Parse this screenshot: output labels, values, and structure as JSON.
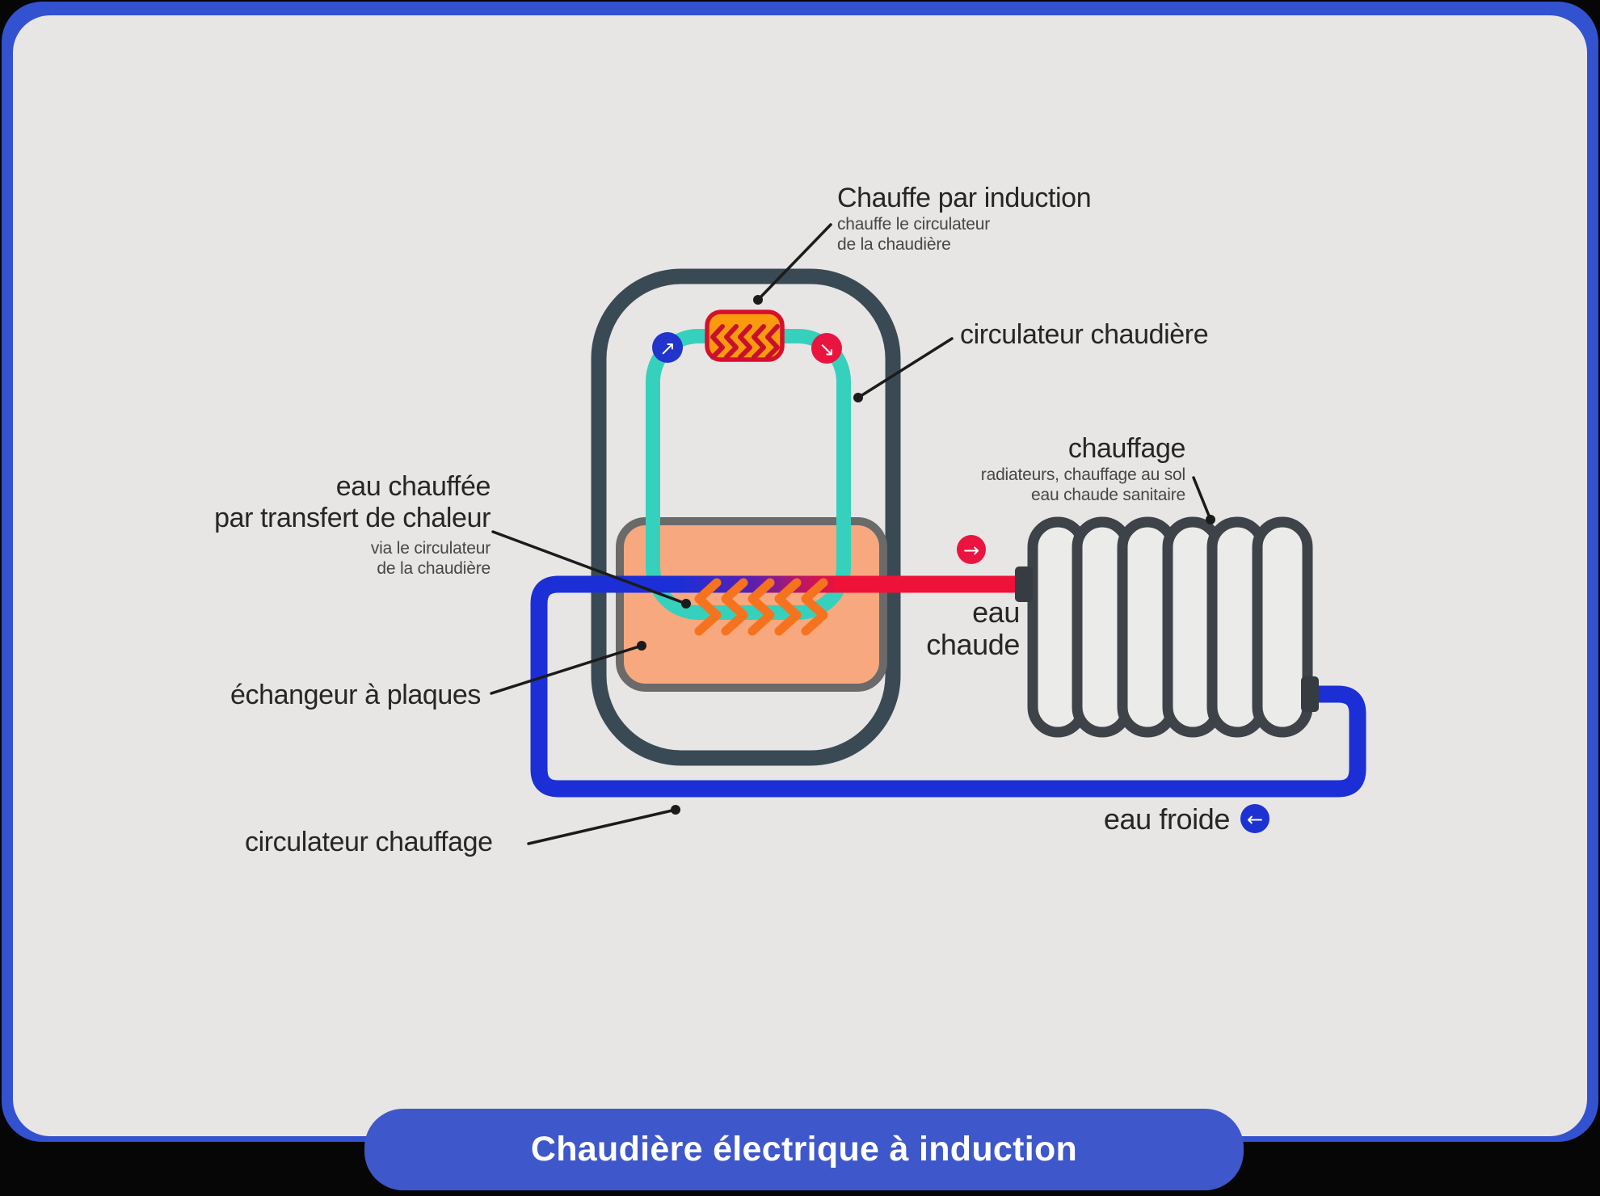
{
  "banner": {
    "label": "Chaudière électrique à induction"
  },
  "labels": {
    "chauffe_par_induction": {
      "title": "Chauffe par induction",
      "sub1": "chauffe le circulateur",
      "sub2": "de la chaudière"
    },
    "circulateur_chaudiere": {
      "title": "circulateur chaudière"
    },
    "chauffage": {
      "title": "chauffage",
      "sub1": "radiateurs, chauffage au sol",
      "sub2": "eau chaude sanitaire"
    },
    "eau_chauffee": {
      "title1": "eau chauffée",
      "title2": "par transfert de chaleur",
      "sub1": "via le circulateur",
      "sub2": "de la chaudière"
    },
    "echangeur_a_plaques": {
      "title": "échangeur à plaques"
    },
    "circulateur_chauffage": {
      "title": "circulateur chauffage"
    },
    "eau_chaude": {
      "line1": "eau",
      "line2": "chaude"
    },
    "eau_froide": {
      "title": "eau froide"
    }
  },
  "icons": {
    "arrow_up_right": "↗",
    "arrow_down_right": "↘",
    "arrow_right": "→",
    "arrow_left": "←",
    "heat_waves": "heat-waves-icon"
  },
  "colors": {
    "frame_blue": "#3352cf",
    "banner_blue": "#3e57ca",
    "background_gray": "#e7e6e4",
    "boiler_shell": "#3a4a55",
    "circulator_teal": "#35d1bd",
    "exchanger_fill": "#f8a87e",
    "exchanger_border": "#6a6a6a",
    "induction_fill": "#f99b0c",
    "induction_border": "#d60f2e",
    "heat_chevron_orange": "#f5731e",
    "pipe_cold_blue": "#1c2fd6",
    "pipe_hot_red": "#ee1238",
    "badge_red": "#ea1440",
    "badge_blue": "#2134cb",
    "label_text": "#262626",
    "leader_line": "#1b1b1b"
  }
}
